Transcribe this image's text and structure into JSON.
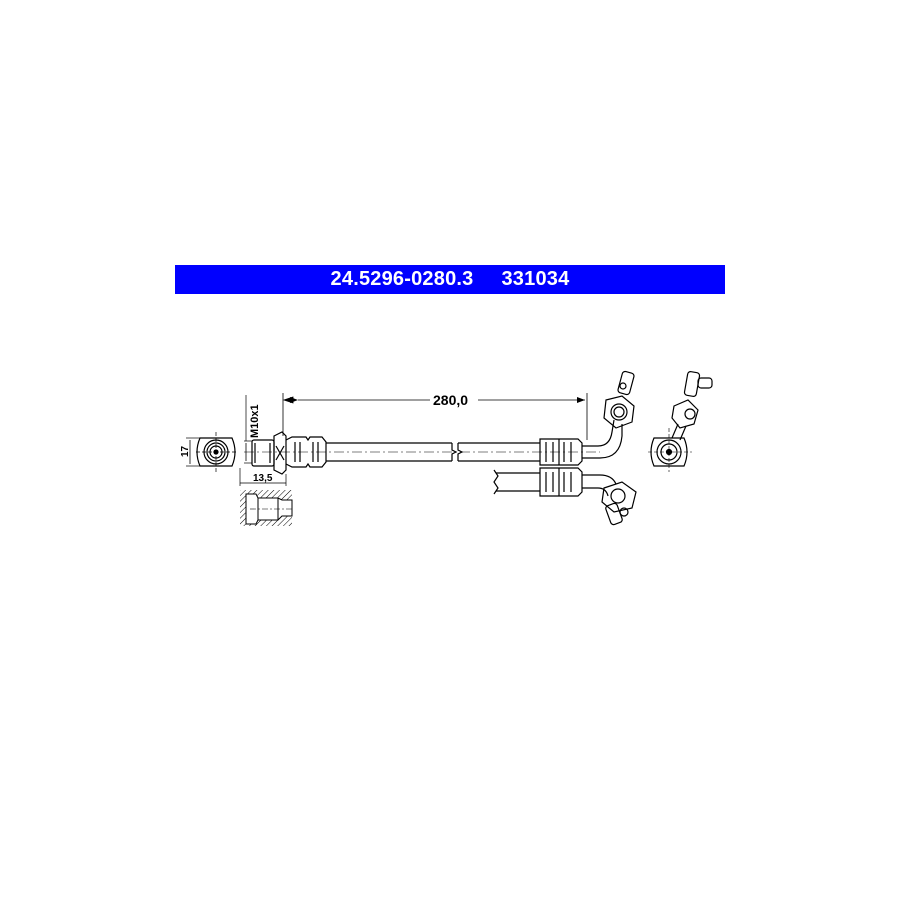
{
  "header": {
    "part_number": "24.5296-0280.3",
    "reference_number": "331034",
    "background_color": "#0000ff",
    "text_color": "#ffffff"
  },
  "drawing": {
    "title": "Brake hose technical drawing",
    "dimensions": {
      "length": "280,0",
      "thread": "M10x1",
      "fitting_width": "17",
      "fitting_length": "13,5"
    },
    "views": [
      "end-view-left",
      "hose-side-view-straight",
      "hose-side-view-bent",
      "banjo-fitting-view",
      "end-view-right",
      "port-section-view"
    ]
  }
}
